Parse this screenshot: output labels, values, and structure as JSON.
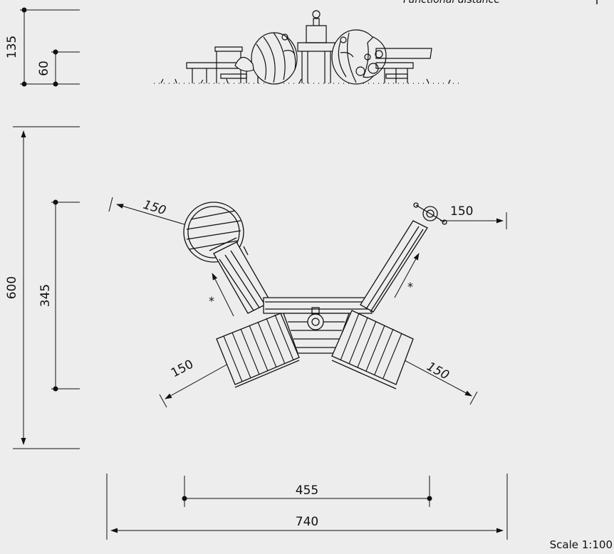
{
  "header": {
    "functional_distance_label": "Functional distance"
  },
  "elevation": {
    "height_total": "135",
    "height_partial": "60"
  },
  "plan": {
    "overall_depth": "600",
    "inner_depth": "345",
    "overall_width": "740",
    "inner_width": "455",
    "clearances": {
      "top_left": "150",
      "top_right": "150",
      "bottom_left": "150",
      "bottom_right": "150"
    },
    "asterisk_left": "*",
    "asterisk_right": "*"
  },
  "footer": {
    "scale": "Scale 1:100"
  }
}
